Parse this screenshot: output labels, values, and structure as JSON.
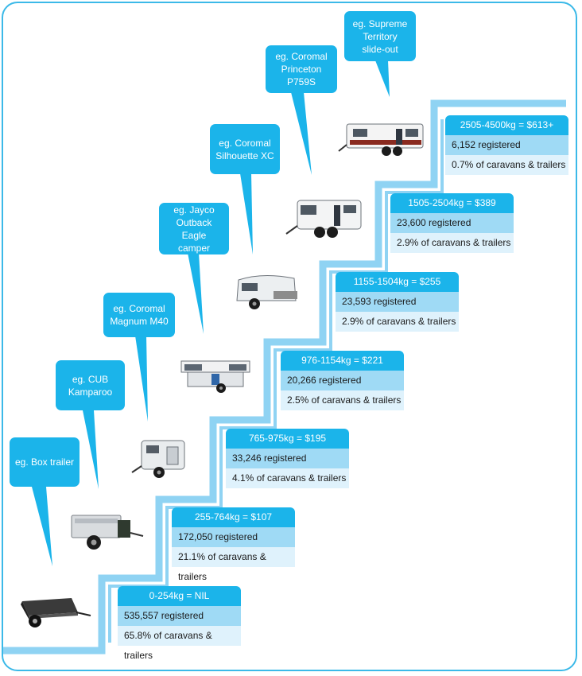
{
  "colors": {
    "accent": "#1bb4ea",
    "mid": "#9fdaf5",
    "light": "#dff2fc",
    "stairs": "#8fd3f3"
  },
  "examples": [
    {
      "label": "eg. Box trailer",
      "icon": "box-trailer-icon"
    },
    {
      "label": "eg. CUB\nKamparoo",
      "icon": "camper-trailer-icon"
    },
    {
      "label": "eg. Coromal\nMagnum M40",
      "icon": "small-caravan-icon"
    },
    {
      "label": "eg. Jayco\nOutback Eagle\ncamper",
      "icon": "popup-camper-icon"
    },
    {
      "label": "eg. Coromal\nSilhouette XC",
      "icon": "pop-top-camper-icon"
    },
    {
      "label": "eg. Coromal\nPrinceton P759S",
      "icon": "touring-caravan-icon"
    },
    {
      "label": "eg. Supreme\nTerritory\nslide-out",
      "icon": "large-caravan-icon"
    }
  ],
  "tiers": [
    {
      "header": "0-254kg = NIL",
      "registered": "535,557 registered",
      "percent": "65.8% of caravans & trailers"
    },
    {
      "header": "255-764kg = $107",
      "registered": "172,050 registered",
      "percent": "21.1% of caravans & trailers"
    },
    {
      "header": "765-975kg = $195",
      "registered": "33,246 registered",
      "percent": "4.1% of caravans & trailers"
    },
    {
      "header": "976-1154kg = $221",
      "registered": "20,266 registered",
      "percent": "2.5% of caravans & trailers"
    },
    {
      "header": "1155-1504kg = $255",
      "registered": "23,593 registered",
      "percent": "2.9% of caravans & trailers"
    },
    {
      "header": "1505-2504kg = $389",
      "registered": "23,600 registered",
      "percent": "2.9% of caravans & trailers"
    },
    {
      "header": "2505-4500kg = $613+",
      "registered": "6,152 registered",
      "percent": "0.7% of caravans & trailers"
    }
  ]
}
